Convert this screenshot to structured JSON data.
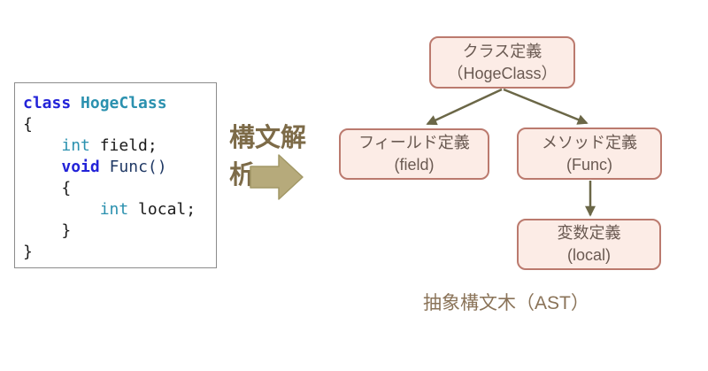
{
  "code_panel": {
    "l1": {
      "kw": "class",
      "sp": " ",
      "type": "HogeClass"
    },
    "l2": {
      "text": "{"
    },
    "l3": {
      "indent": "    ",
      "type": "int",
      "rest": " field;"
    },
    "l4": {
      "indent": "    ",
      "kw": "void",
      "sp": " ",
      "method": "Func()"
    },
    "l5": {
      "text": "    {"
    },
    "l6": {
      "indent": "        ",
      "type": "int",
      "rest": " local;"
    },
    "l7": {
      "text": "    }"
    },
    "l8": {
      "text": "}"
    }
  },
  "transform": {
    "label": "構文解析",
    "arrow_icon": "right-block-arrow"
  },
  "tree": {
    "nodes": [
      {
        "id": "class-definition",
        "line1": "クラス定義",
        "line2": "（HogeClass）"
      },
      {
        "id": "field-definition",
        "line1": "フィールド定義",
        "line2": "(field)"
      },
      {
        "id": "method-definition",
        "line1": "メソッド定義",
        "line2": "(Func)"
      },
      {
        "id": "variable-definition",
        "line1": "変数定義",
        "line2": "(local)"
      }
    ],
    "caption": "抽象構文木（AST）"
  },
  "colors": {
    "code_keyword": "#2323d8",
    "code_type": "#2b91af",
    "code_method": "#1f3864",
    "code_text": "#1a1a1a",
    "code_box_border": "#8c8c8c",
    "node_fill": "#fcece6",
    "node_border": "#bb7a6e",
    "node_text": "#6a5a52",
    "tree_edge": "#6b6747",
    "parse_label": "#7d6b48",
    "block_arrow_fill": "#b6aa7b",
    "block_arrow_edge": "#a29866",
    "caption_text": "#8a7358"
  }
}
